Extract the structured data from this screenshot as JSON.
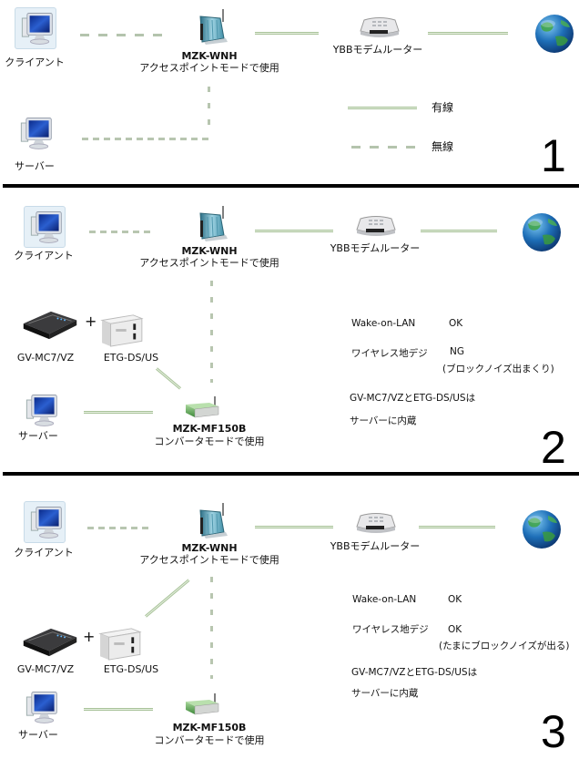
{
  "diagrams": [
    {
      "number": "1",
      "nodes": {
        "client": "クライアント",
        "server": "サーバー",
        "ap_model": "MZK-WNH",
        "ap_mode": "アクセスポイントモードで使用",
        "modem": "YBBモデムルーター"
      },
      "legend": {
        "wired": "有線",
        "wireless": "無線"
      }
    },
    {
      "number": "2",
      "nodes": {
        "client": "クライアント",
        "server": "サーバー",
        "ap_model": "MZK-WNH",
        "ap_mode": "アクセスポイントモードで使用",
        "modem": "YBBモデムルーター",
        "tuner": "GV-MC7/VZ",
        "plus": "+",
        "encoder": "ETG-DS/US",
        "converter_model": "MZK-MF150B",
        "converter_mode": "コンバータモードで使用"
      },
      "notes": {
        "wol_label": "Wake-on-LAN",
        "wol_value": "OK",
        "tv_label": "ワイヤレス地デジ",
        "tv_value": "NG",
        "tv_comment": "(ブロックノイズ出まくり)",
        "note_line1": "GV-MC7/VZとETG-DS/USは",
        "note_line2": "サーバーに内蔵"
      }
    },
    {
      "number": "3",
      "nodes": {
        "client": "クライアント",
        "server": "サーバー",
        "ap_model": "MZK-WNH",
        "ap_mode": "アクセスポイントモードで使用",
        "modem": "YBBモデムルーター",
        "tuner": "GV-MC7/VZ",
        "plus": "+",
        "encoder": "ETG-DS/US",
        "converter_model": "MZK-MF150B",
        "converter_mode": "コンバータモードで使用"
      },
      "notes": {
        "wol_label": "Wake-on-LAN",
        "wol_value": "OK",
        "tv_label": "ワイヤレス地デジ",
        "tv_value": "OK",
        "tv_comment": "(たまにブロックノイズが出る)",
        "note_line1": "GV-MC7/VZとETG-DS/USは",
        "note_line2": "サーバーに内蔵"
      }
    }
  ],
  "colors": {
    "wired_line": "#a9c39a",
    "wireless_dash": "#b4c4ad",
    "divider": "#000000"
  }
}
